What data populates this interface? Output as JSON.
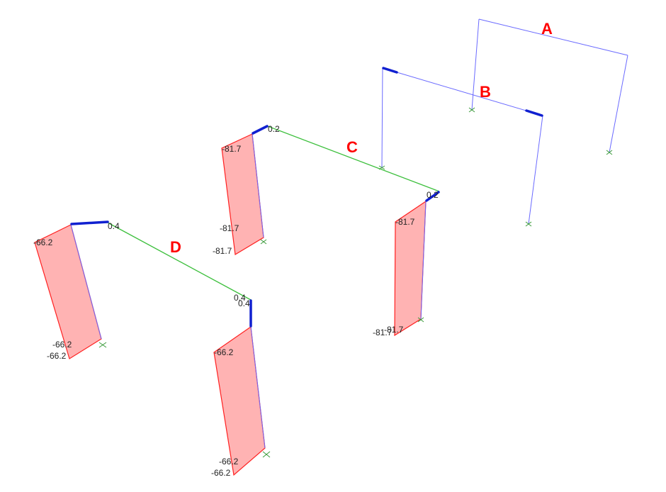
{
  "diagram": {
    "frames": [
      {
        "label": "A"
      },
      {
        "label": "B"
      },
      {
        "label": "C",
        "column_values": [
          "-81.7",
          "-81.7",
          "-81.7",
          "-81.7",
          "-81.7",
          "-81.7"
        ],
        "beam_end_values": [
          "0.2",
          "0.2"
        ]
      },
      {
        "label": "D",
        "column_values": [
          "-66.2",
          "-66.2",
          "-66.2",
          "-66.2",
          "-66.2",
          "-66.2"
        ],
        "beam_end_values": [
          "0.4",
          "0.4",
          "0.4"
        ]
      }
    ],
    "colors": {
      "column_diagram_fill": "#ffb3b3",
      "column_diagram_edge": "#ff2020",
      "frame_member": "#6a6aff",
      "beam_member": "#3cbf3c",
      "label": "#ff0000"
    }
  }
}
